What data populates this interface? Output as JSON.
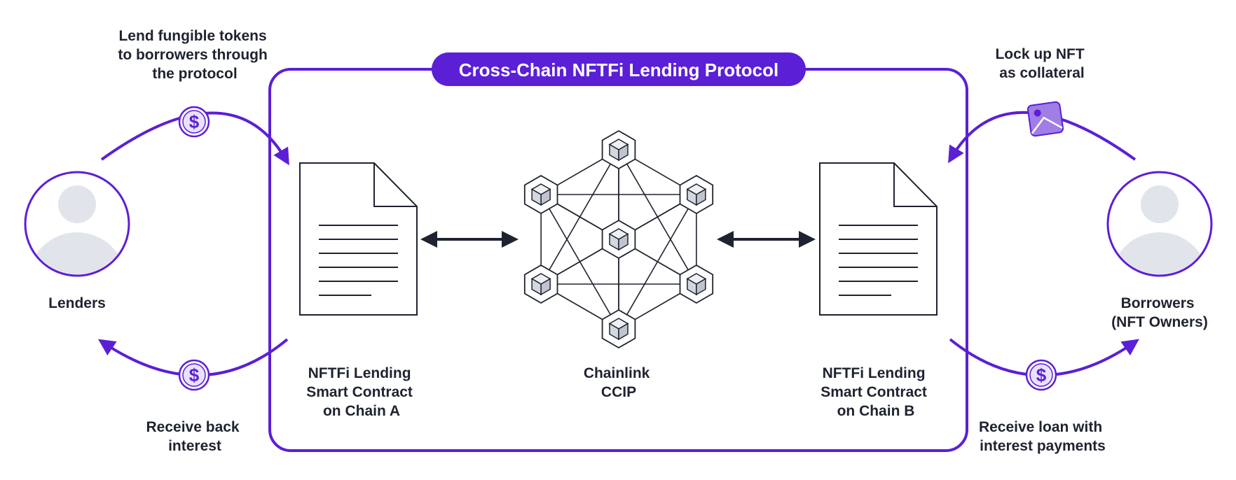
{
  "title": "Cross-Chain NFTFi Lending Protocol",
  "actors": {
    "lenders": [
      "Lenders"
    ],
    "borrowers": [
      "Borrowers",
      "(NFT Owners)"
    ]
  },
  "flows": {
    "lend": [
      "Lend fungible tokens",
      "to borrowers through",
      "the protocol"
    ],
    "receive_interest": [
      "Receive back",
      "interest"
    ],
    "lock_nft": [
      "Lock up NFT",
      "as collateral"
    ],
    "receive_loan": [
      "Receive loan with",
      "interest payments"
    ]
  },
  "contracts": {
    "chain_a": [
      "NFTFi Lending",
      "Smart Contract",
      "on Chain A"
    ],
    "chain_b": [
      "NFTFi Lending",
      "Smart Contract",
      "on Chain B"
    ]
  },
  "ccip": [
    "Chainlink",
    "CCIP"
  ],
  "colors": {
    "accent": "#5b1fd6",
    "ink": "#1f2330",
    "avatar": "#e1e4ea",
    "nft": "#9f7ee6"
  },
  "icons": [
    "user-avatar-icon",
    "dollar-coin-icon",
    "nft-image-icon",
    "document-icon",
    "chainlink-network-icon",
    "bidirectional-arrow-icon"
  ]
}
